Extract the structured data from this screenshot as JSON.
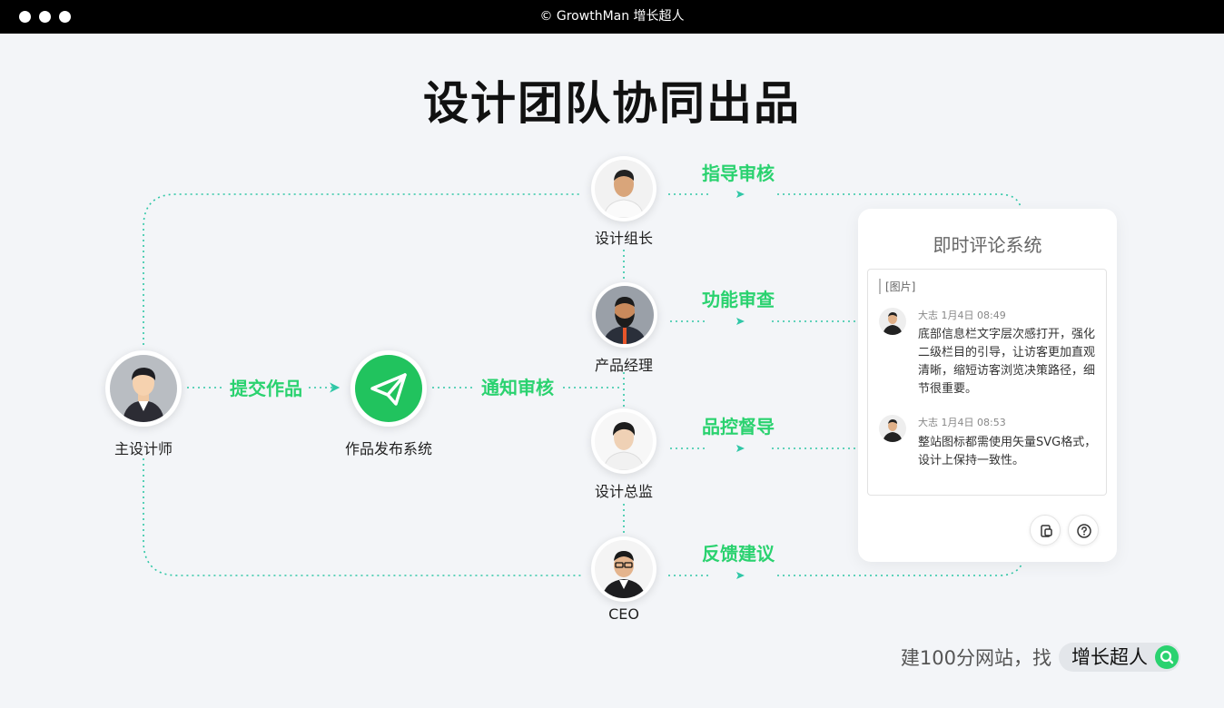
{
  "window": {
    "caption": "© GrowthMan 增长超人"
  },
  "title": "设计团队协同出品",
  "nodes": {
    "designer": "主设计师",
    "system": "作品发布系统",
    "lead": "设计组长",
    "pm": "产品经理",
    "director": "设计总监",
    "ceo": "CEO"
  },
  "edges": {
    "submit": "提交作品",
    "notify": "通知审核",
    "guide": "指导审核",
    "function": "功能审查",
    "quality": "品控督导",
    "feedback": "反馈建议"
  },
  "card": {
    "title": "即时评论系统",
    "tag": "[图片]",
    "comments": [
      {
        "author": "大志",
        "date": "1月4日",
        "time": "08:49",
        "text": "底部信息栏文字层次感打开，强化二级栏目的引导，让访客更加直观清晰，缩短访客浏览决策路径，细节很重要。"
      },
      {
        "author": "大志",
        "date": "1月4日",
        "time": "08:53",
        "text": "整站图标都需使用矢量SVG格式，设计上保持一致性。"
      }
    ]
  },
  "footer": {
    "text": "建100分网站，找",
    "brand": "增长超人"
  },
  "colors": {
    "accent": "#2ad26f",
    "dotted_line": "#2fc7a6"
  },
  "icons": [
    "paper-plane-icon",
    "copy-icon",
    "help-icon",
    "search-icon"
  ]
}
